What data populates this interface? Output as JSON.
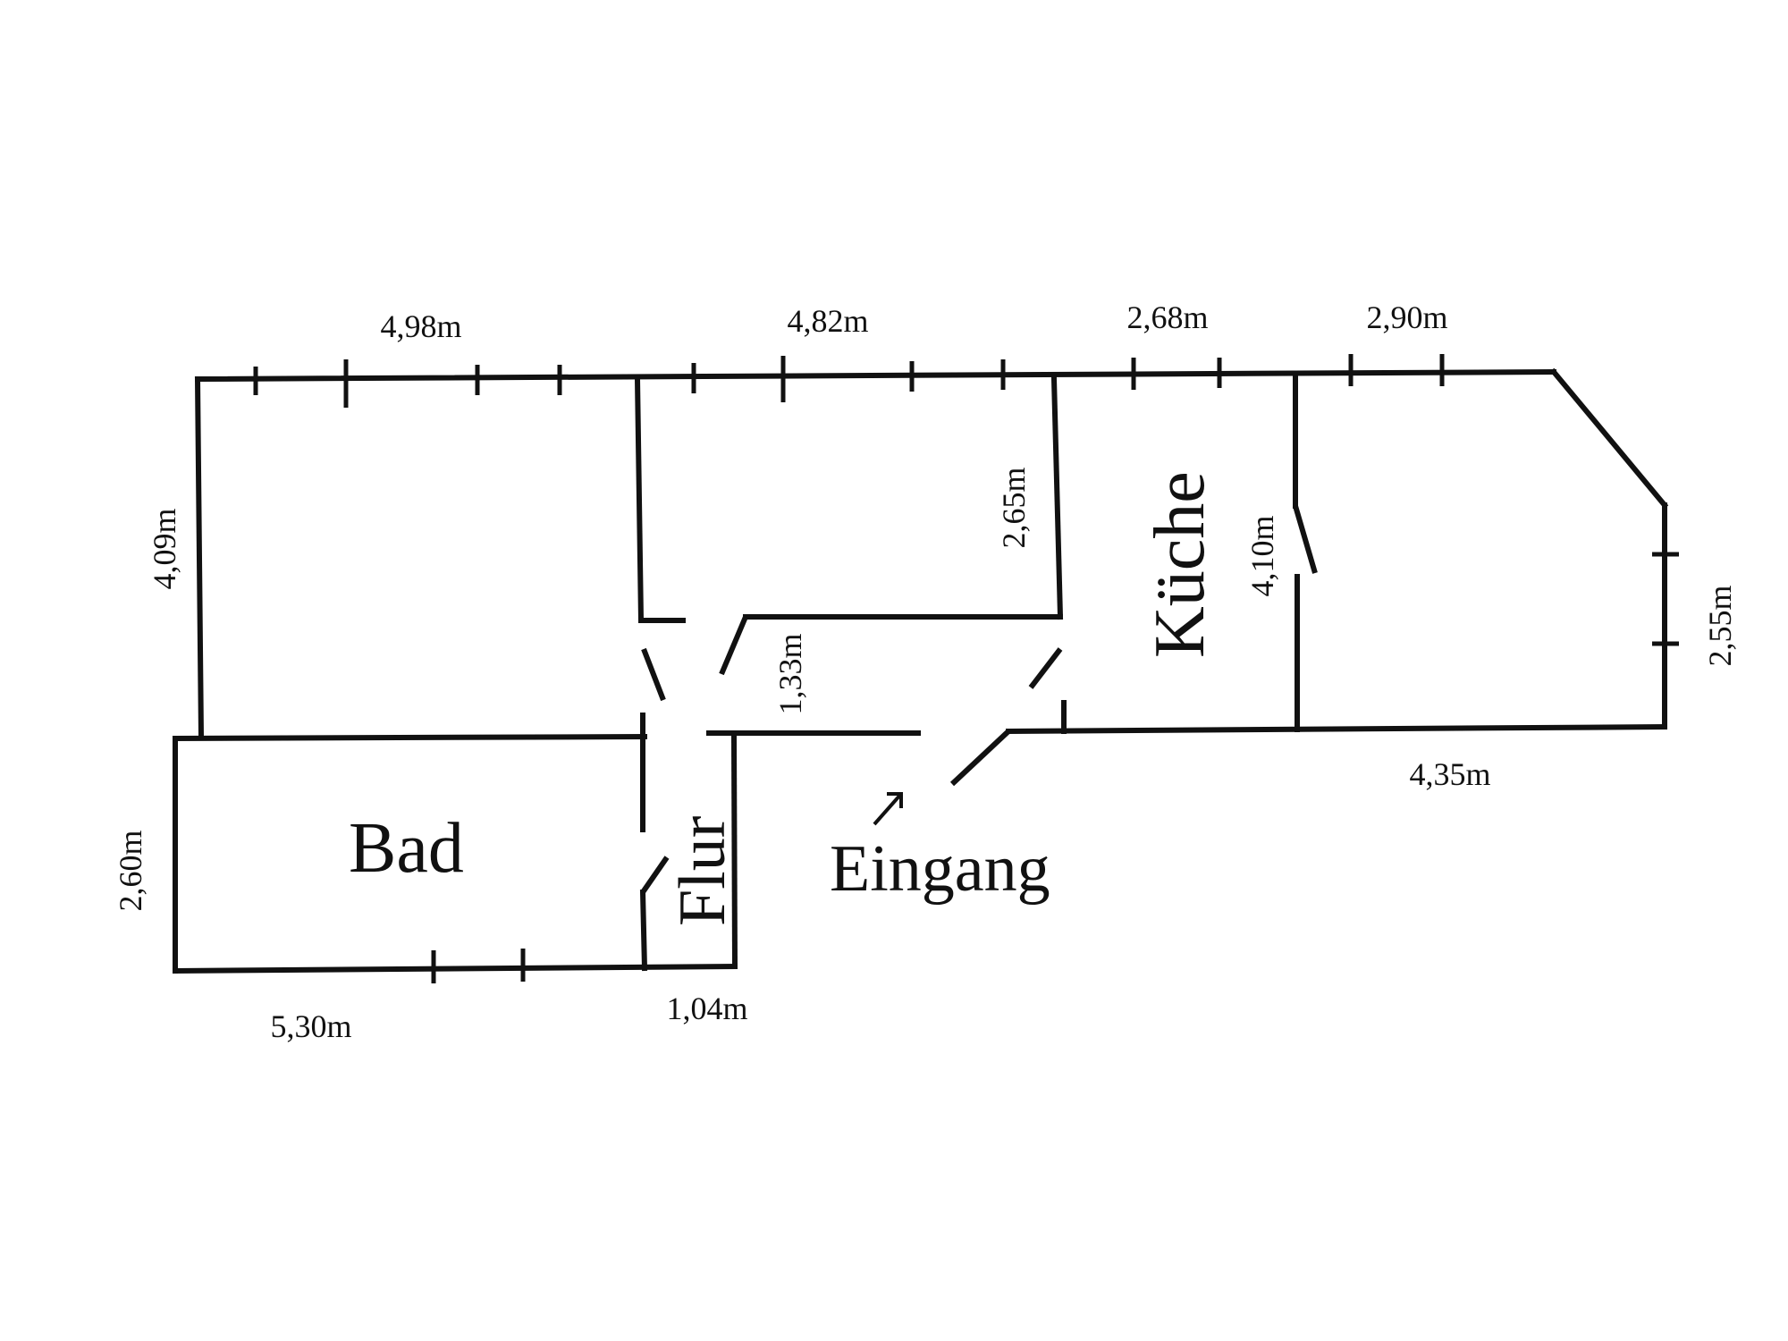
{
  "rooms": {
    "kueche": "Küche",
    "bad": "Bad",
    "flur": "Flur",
    "eingang": "Eingang"
  },
  "dimensions": {
    "top_1": "4,98m",
    "top_2": "4,82m",
    "top_3": "2,68m",
    "top_4": "2,90m",
    "left_upper": "4,09m",
    "left_lower": "2,60m",
    "inner_265": "2,65m",
    "inner_133": "1,33m",
    "inner_410": "4,10m",
    "right": "2,55m",
    "bottom_right": "4,35m",
    "bottom_left": "5,30m",
    "bottom_flur": "1,04m"
  }
}
